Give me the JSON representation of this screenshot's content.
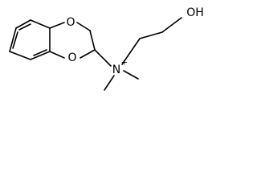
{
  "molecule": {
    "atoms": {
      "ring_oxygen_top": "O",
      "ring_oxygen_bottom": "O",
      "nitrogen": "N",
      "nitrogen_charge": "+",
      "hydroxyl": "OH"
    }
  }
}
